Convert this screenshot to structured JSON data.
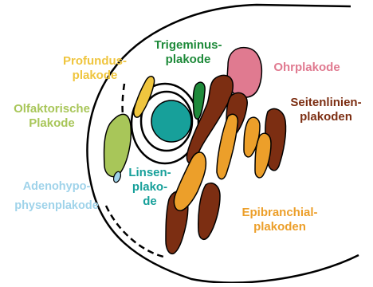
{
  "colors": {
    "olfactory": "#a8c659",
    "adeno": "#9fd3ea",
    "lens": "#17a09a",
    "profundus": "#efc53e",
    "trigeminus": "#1e8a3a",
    "otic": "#e07a90",
    "lateral_line": "#7c2e12",
    "epibranchial": "#ec9f2a",
    "outline": "#000000"
  },
  "labels": {
    "olfaktorische": [
      "Olfaktorische",
      "Plakode"
    ],
    "adenohypo": [
      "Adenohypo-",
      "physenplakode"
    ],
    "profundus": [
      "Profundus-",
      "plakode"
    ],
    "trigeminus": [
      "Trigeminus-",
      "plakode"
    ],
    "ohrplakode": "Ohrplakode",
    "seitenlinien": [
      "Seitenlinien-",
      "plakoden"
    ],
    "linsen": [
      "Linsen-",
      "plako-",
      "de"
    ],
    "epibranchial": [
      "Epibranchial-",
      "plakoden"
    ]
  }
}
